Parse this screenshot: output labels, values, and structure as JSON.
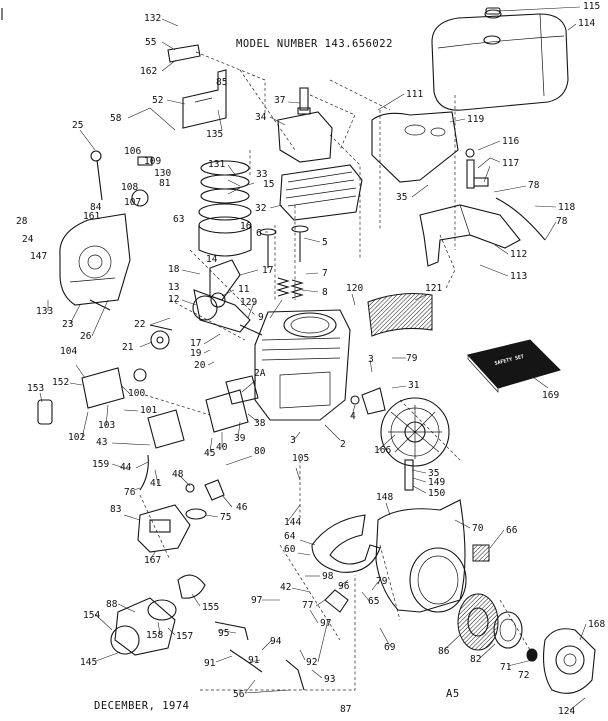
{
  "header": {
    "model_line": "MODEL NUMBER 143.656022"
  },
  "footer": {
    "date": "DECEMBER, 1974",
    "sheet_code": "A5"
  },
  "manual_box_text": "SAFETY SET",
  "part_labels": [
    "132",
    "55",
    "162",
    "52",
    "85",
    "58",
    "135",
    "37",
    "34",
    "111",
    "119",
    "115",
    "114",
    "116",
    "117",
    "78",
    "118",
    "78",
    "35",
    "112",
    "113",
    "25",
    "106",
    "109",
    "130",
    "131",
    "15",
    "33",
    "32",
    "6",
    "5",
    "108",
    "107",
    "81",
    "63",
    "161",
    "84",
    "28",
    "24",
    "147",
    "16",
    "14",
    "7",
    "8",
    "9",
    "18",
    "17",
    "13",
    "11",
    "12",
    "129",
    "133",
    "23",
    "26",
    "22",
    "21",
    "19",
    "20",
    "17",
    "120",
    "121",
    "169",
    "104",
    "152",
    "153",
    "100",
    "102",
    "103",
    "101",
    "43",
    "159",
    "44",
    "76",
    "41",
    "39",
    "40",
    "38",
    "2A",
    "45",
    "48",
    "46",
    "80",
    "75",
    "3",
    "79",
    "31",
    "2",
    "4",
    "3",
    "166",
    "105",
    "144",
    "35",
    "149",
    "150",
    "148",
    "83",
    "167",
    "64",
    "60",
    "70",
    "66",
    "98",
    "42",
    "79",
    "65",
    "96",
    "97",
    "77",
    "97",
    "69",
    "88",
    "154",
    "155",
    "158",
    "157",
    "145",
    "95",
    "94",
    "91",
    "91",
    "92",
    "93",
    "56",
    "87",
    "86",
    "82",
    "71",
    "72",
    "168",
    "124"
  ]
}
